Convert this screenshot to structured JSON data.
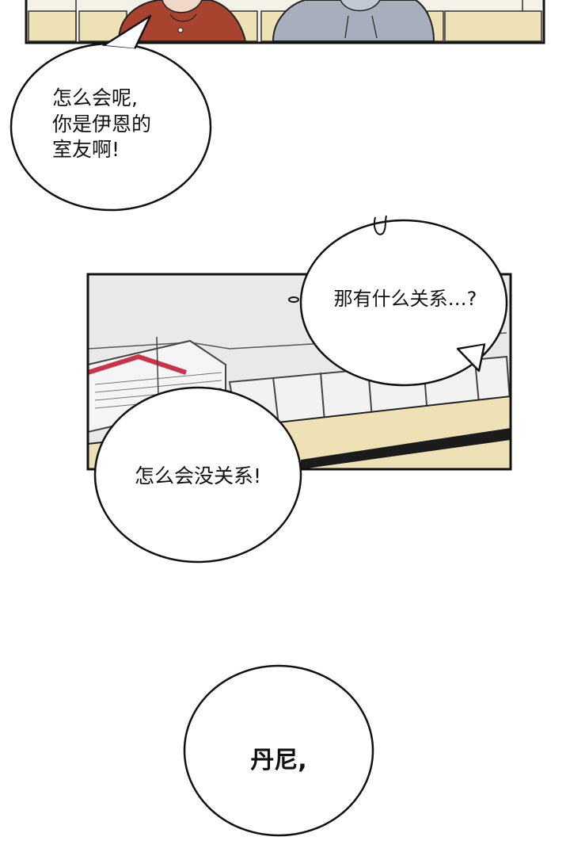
{
  "bubbles": {
    "top_left": {
      "text": "怎么会呢,\n你是伊恩的\n室友啊!"
    },
    "top_right": {
      "text": "那有什么关系…?"
    },
    "middle_left": {
      "text": "怎么会没关系!"
    },
    "bottom": {
      "text": "丹尼,"
    }
  },
  "colors": {
    "background": "#ffffff",
    "panel_border": "#111111",
    "desk_wood": "#efe1b6",
    "shirt_red": "#a8432f",
    "hoodie_gray": "#a7afbd",
    "sky_gray": "#e9e9e9"
  }
}
